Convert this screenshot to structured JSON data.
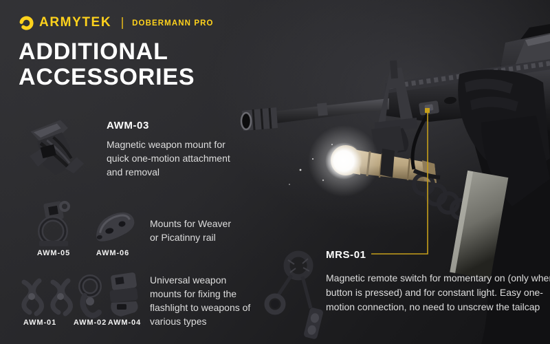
{
  "brand": {
    "logo_text": "ARMYTEK",
    "product_line": "DOBERMANN PRO",
    "accent_color": "#ffd21c",
    "callout_color": "#c7a01b"
  },
  "title": {
    "line1": "ADDITIONAL",
    "line2": "ACCESSORIES"
  },
  "sections": {
    "awm03": {
      "name": "AWM-03",
      "description": "Magnetic weapon mount for quick one-motion attachment and removal"
    },
    "rail_mounts": {
      "description": "Mounts for Weaver or Picatinny rail",
      "products": [
        "AWM-05",
        "AWM-06"
      ]
    },
    "universal_mounts": {
      "description": "Universal weapon mounts for fixing the flashlight to weapons of various types",
      "products": [
        "AWM-01",
        "AWM-02",
        "AWM-04"
      ]
    },
    "mrs01": {
      "name": "MRS-01",
      "description": "Magnetic remote switch for momentary on (only when the button is pressed) and for constant light. Easy one-motion connection, no need to unscrew the tailcap"
    }
  },
  "colors": {
    "background": "#27272a",
    "heading": "#ffffff",
    "body_text": "#dedede",
    "flashlight_tan": "#b9a57f"
  }
}
